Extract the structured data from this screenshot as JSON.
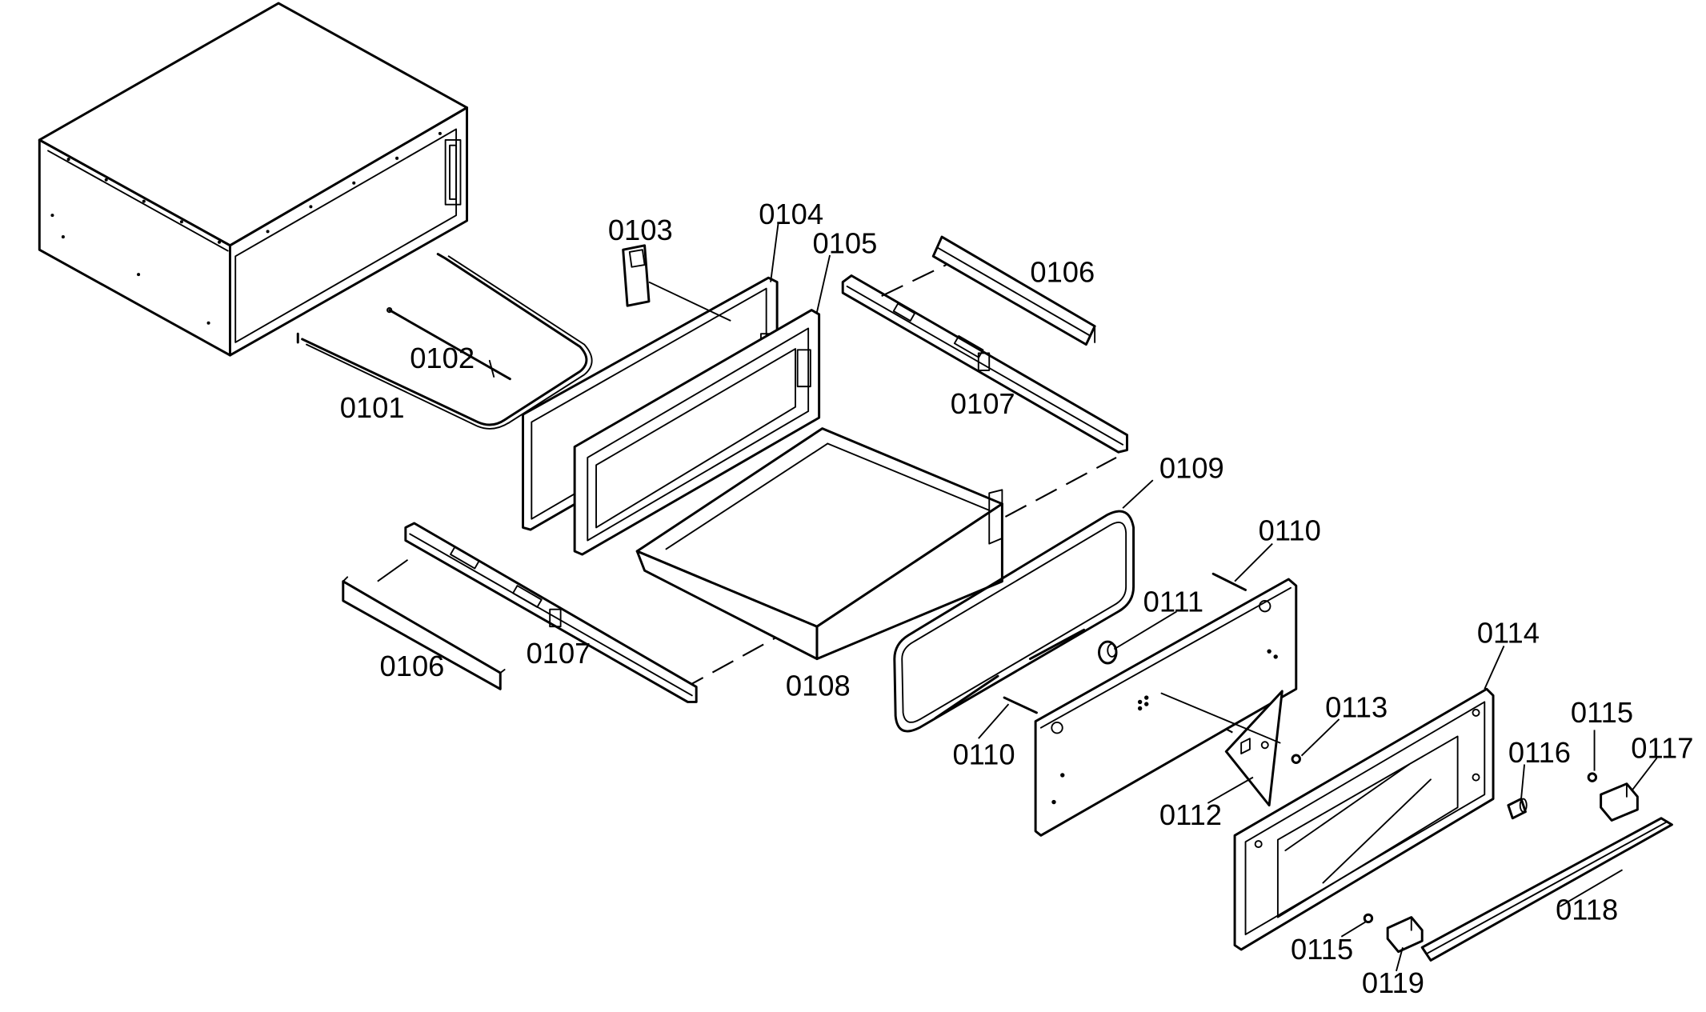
{
  "labels": {
    "p0101": "0101",
    "p0102": "0102",
    "p0103": "0103",
    "p0104": "0104",
    "p0105": "0105",
    "p0106a": "0106",
    "p0106b": "0106",
    "p0107a": "0107",
    "p0107b": "0107",
    "p0108": "0108",
    "p0109": "0109",
    "p0110a": "0110",
    "p0110b": "0110",
    "p0111": "0111",
    "p0112": "0112",
    "p0113": "0113",
    "p0114": "0114",
    "p0115a": "0115",
    "p0115b": "0115",
    "p0116": "0116",
    "p0117": "0117",
    "p0118": "0118",
    "p0119": "0119"
  }
}
